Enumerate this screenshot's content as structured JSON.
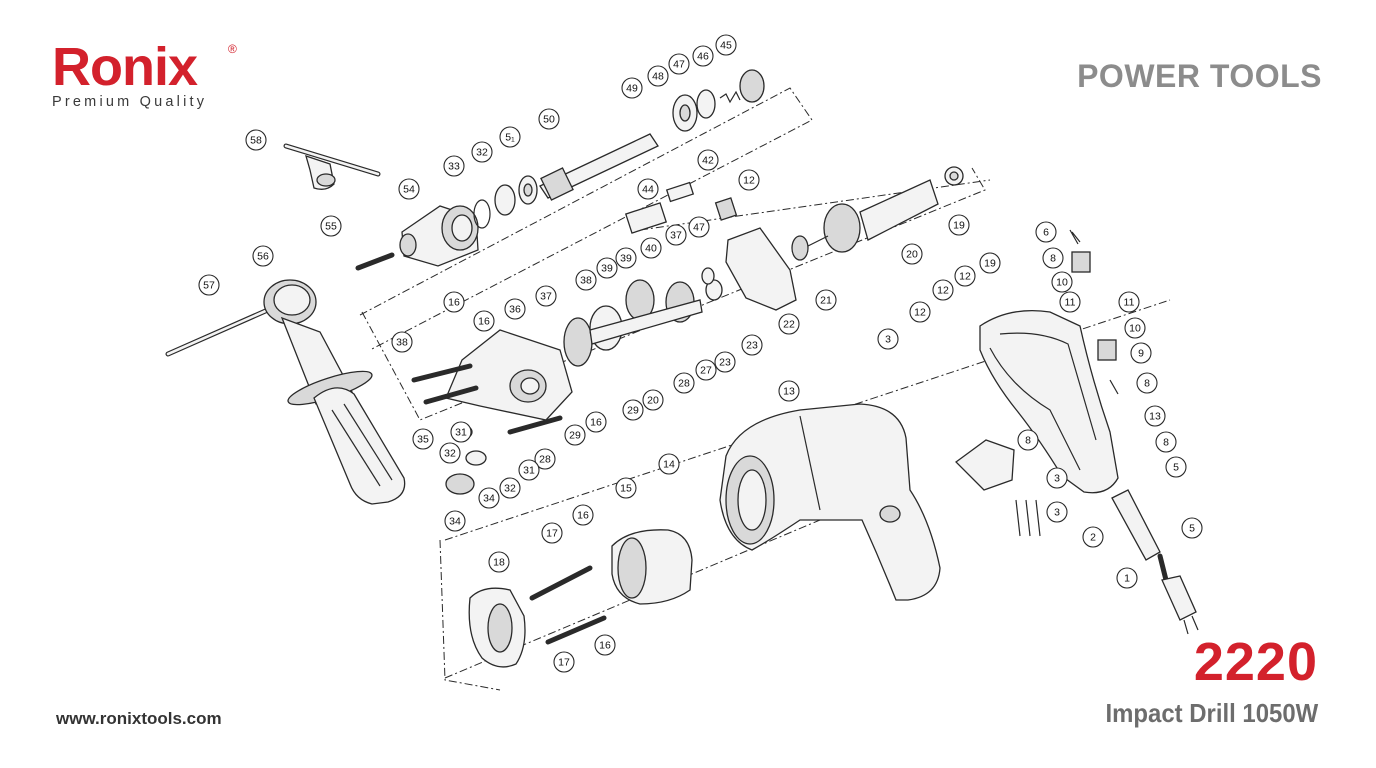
{
  "brand": {
    "name": "Ronix",
    "registered_mark": "®",
    "tagline": "Premium Quality",
    "color": "#d3212c"
  },
  "header": {
    "category": "POWER TOOLS"
  },
  "product": {
    "model": "2220",
    "name": "Impact Drill 1050W"
  },
  "footer": {
    "website": "www.ronixtools.com"
  },
  "diagram": {
    "callouts": [
      "1",
      "2",
      "3",
      "3",
      "3",
      "5",
      "5",
      "6",
      "8",
      "8",
      "8",
      "8",
      "9",
      "10",
      "10",
      "11",
      "11",
      "12",
      "12",
      "12",
      "12",
      "13",
      "13",
      "14",
      "15",
      "16",
      "16",
      "16",
      "16",
      "16",
      "17",
      "17",
      "18",
      "19",
      "19",
      "20",
      "20",
      "21",
      "22",
      "23",
      "23",
      "27",
      "28",
      "28",
      "29",
      "29",
      "31",
      "31",
      "32",
      "32",
      "32",
      "33",
      "34",
      "34",
      "35",
      "36",
      "37",
      "37",
      "38",
      "38",
      "39",
      "39",
      "40",
      "42",
      "44",
      "45",
      "46",
      "47",
      "47",
      "48",
      "49",
      "50",
      "5₁",
      "54",
      "55",
      "56",
      "57",
      "58"
    ]
  }
}
